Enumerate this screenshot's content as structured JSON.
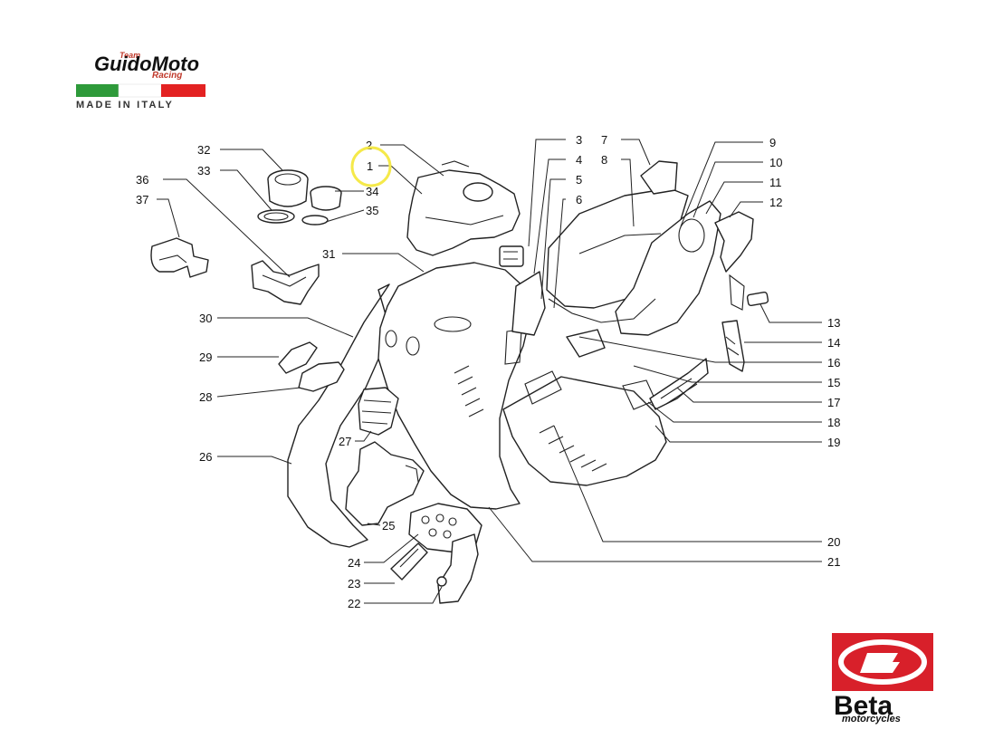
{
  "logo_guidomoto": {
    "name": "GuidoMoto",
    "script_top": "Team",
    "script_bottom": "Racing",
    "tagline": "MADE IN ITALY",
    "flag_colors": [
      "#2e9a3a",
      "#ffffff",
      "#e32222"
    ]
  },
  "logo_beta": {
    "brand": "Beta",
    "subtitle": "motorcycles",
    "accent": "#d8202a"
  },
  "highlight": {
    "part": "1",
    "color": "#f5e94a"
  },
  "callouts": [
    "1",
    "2",
    "3",
    "4",
    "5",
    "6",
    "7",
    "8",
    "9",
    "10",
    "11",
    "12",
    "13",
    "14",
    "15",
    "16",
    "17",
    "18",
    "19",
    "20",
    "21",
    "22",
    "23",
    "24",
    "25",
    "26",
    "27",
    "28",
    "29",
    "30",
    "31",
    "32",
    "33",
    "34",
    "35",
    "36",
    "37"
  ]
}
